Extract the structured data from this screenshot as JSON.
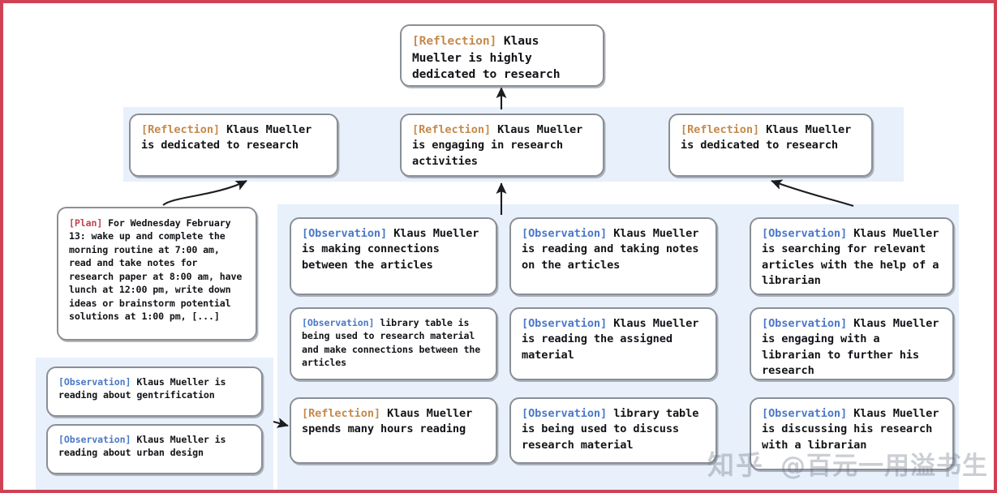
{
  "figure": {
    "title": "Generative agent memory reflection tree",
    "frame_color": "#cf4255",
    "band_color": "#e8f0fb",
    "node_border_color": "#8a8f96",
    "tag_colors": {
      "reflection": "#c58a4e",
      "observation": "#4a78c8",
      "plan": "#bb4452"
    }
  },
  "root": {
    "tag": "[Reflection]",
    "text": " Klaus Mueller is highly dedicated to research"
  },
  "reflections": [
    {
      "tag": "[Reflection]",
      "text": " Klaus Mueller is dedicated to research"
    },
    {
      "tag": "[Reflection]",
      "text": " Klaus Mueller is engaging in research activities"
    },
    {
      "tag": "[Reflection]",
      "text": " Klaus Mueller is dedicated to research"
    }
  ],
  "plan": {
    "tag": "[Plan]",
    "text": " For Wednesday February 13: wake up and complete the morning routine at 7:00 am, read and take notes for research paper at 8:00 am, have lunch at 12:00 pm, write down ideas or brainstorm potential solutions at 1:00 pm, [...]"
  },
  "left_observations": [
    {
      "tag": "[Observation]",
      "text": " Klaus Mueller is reading about gentrification"
    },
    {
      "tag": "[Observation]",
      "text": " Klaus Mueller is reading about urban design"
    }
  ],
  "column_a": [
    {
      "tag": "[Observation]",
      "text": " Klaus Mueller is making connections between the articles"
    },
    {
      "tag": "[Observation]",
      "text": " library table is being used to research material and make connections between the articles"
    },
    {
      "tag": "[Reflection]",
      "text": " Klaus Mueller spends many hours reading"
    }
  ],
  "column_b": [
    {
      "tag": "[Observation]",
      "text": " Klaus Mueller is reading and taking notes on the articles"
    },
    {
      "tag": "[Observation]",
      "text": " Klaus Mueller is reading the assigned material"
    },
    {
      "tag": "[Observation]",
      "text": " library table is being used to discuss research material"
    }
  ],
  "column_c": [
    {
      "tag": "[Observation]",
      "text": " Klaus Mueller is searching for relevant articles with the help of a librarian"
    },
    {
      "tag": "[Observation]",
      "text": " Klaus Mueller is engaging with a librarian to further his research"
    },
    {
      "tag": "[Observation]",
      "text": " Klaus Mueller is discussing his research with a librarian"
    }
  ],
  "watermark": {
    "platform": "知乎",
    "user": "@百元一用溢书生"
  }
}
